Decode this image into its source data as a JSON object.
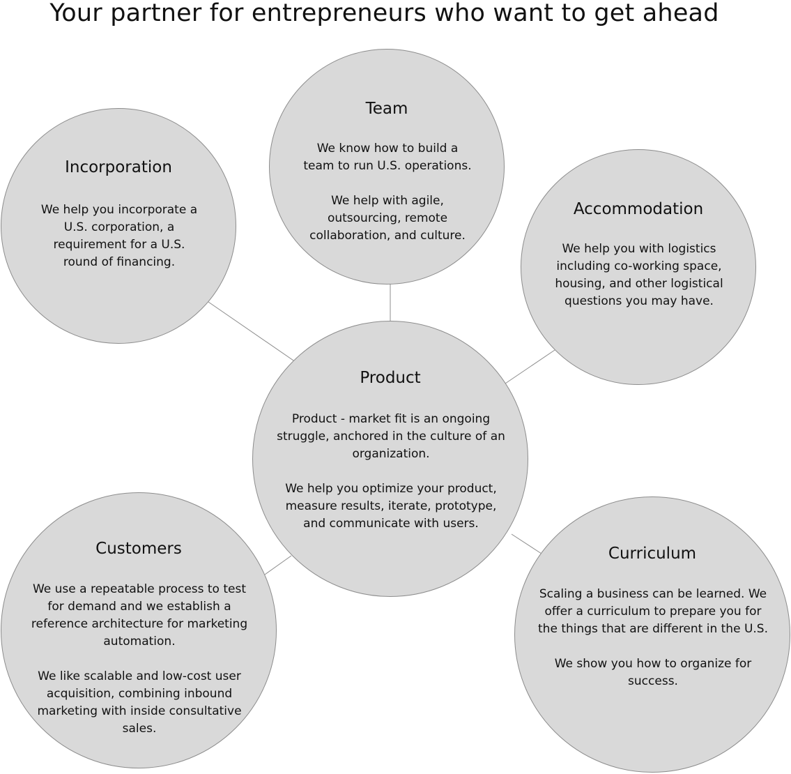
{
  "title": "Your partner for entrepreneurs who want to get ahead",
  "colors": {
    "circle_fill": "#d9d9d9",
    "circle_border": "#8c8c8c",
    "connector": "#8c8c8c",
    "text": "#111111"
  },
  "nodes": {
    "incorporation": {
      "title": "Incorporation",
      "text": "We help you incorporate a\nU.S. corporation, a\nrequirement for a U.S.\nround of financing."
    },
    "team": {
      "title": "Team",
      "text": "We know how to build a\nteam to run U.S. operations.\n\nWe help with agile,\noutsourcing, remote\ncollaboration, and culture."
    },
    "accommodation": {
      "title": "Accommodation",
      "text": "We help you with logistics\nincluding co-working space,\nhousing, and other logistical\nquestions you may have."
    },
    "product": {
      "title": "Product",
      "text": "Product - market fit is an ongoing\nstruggle, anchored in the culture of an\norganization.\n\nWe help you optimize your product,\nmeasure results, iterate, prototype,\nand communicate with users."
    },
    "customers": {
      "title": "Customers",
      "text": "We use a repeatable process to test\nfor demand and we establish a\nreference architecture for marketing\nautomation.\n\nWe like scalable and low-cost user\nacquisition, combining inbound\nmarketing with inside consultative\nsales."
    },
    "curriculum": {
      "title": "Curriculum",
      "text": "Scaling a business can be learned. We\noffer a curriculum to prepare you for\nthe things that are different in the U.S.\n\nWe show you how to organize for\nsuccess."
    }
  }
}
